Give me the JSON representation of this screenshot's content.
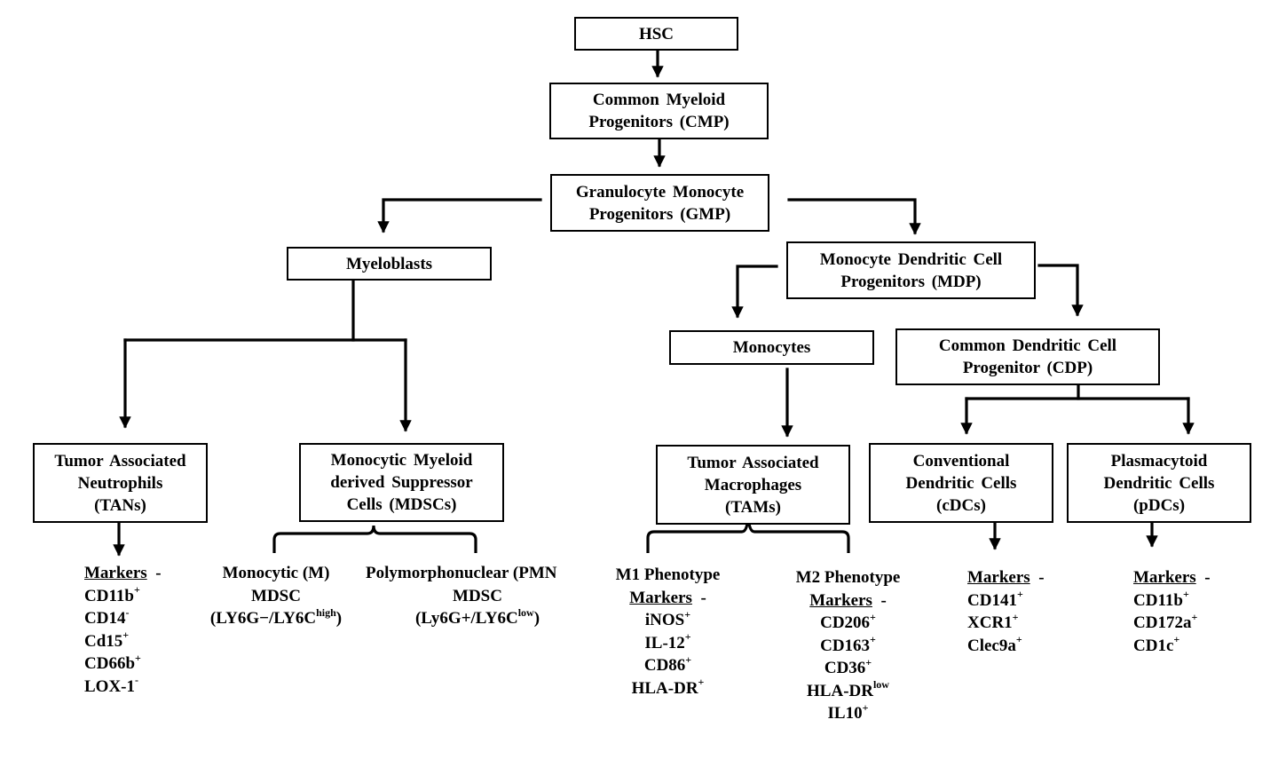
{
  "nodes": {
    "hsc": [
      "HSC"
    ],
    "cmp": [
      "Common Myeloid",
      "Progenitors (CMP)"
    ],
    "gmp": [
      "Granulocyte Monocyte",
      "Progenitors (GMP)"
    ],
    "myeloblasts": [
      "Myeloblasts"
    ],
    "mdp": [
      "Monocyte Dendritic Cell",
      "Progenitors (MDP)"
    ],
    "monocytes": [
      "Monocytes"
    ],
    "cdp": [
      "Common Dendritic Cell",
      "Progenitor (CDP)"
    ],
    "tans": [
      "Tumor Associated",
      "Neutrophils",
      "(TANs)"
    ],
    "mdscs": [
      "Monocytic Myeloid",
      "derived Suppressor",
      "Cells (MDSCs)"
    ],
    "tams": [
      "Tumor Associated",
      "Macrophages",
      "(TAMs)"
    ],
    "cdcs": [
      "Conventional",
      "Dendritic Cells",
      "(cDCs)"
    ],
    "pdcs": [
      "Plasmacytoid",
      "Dendritic Cells",
      "(pDCs)"
    ]
  },
  "markers_label": "Markers",
  "dash": "-",
  "tan_markers": [
    {
      "name": "CD11b",
      "sign": "+"
    },
    {
      "name": "CD14",
      "sign": "-"
    },
    {
      "name": "Cd15",
      "sign": "+"
    },
    {
      "name": "CD66b",
      "sign": "+"
    },
    {
      "name": "LOX-1",
      "sign": "-"
    }
  ],
  "m_mdsc": {
    "line1": "Monocytic (M)",
    "line2": "MDSC",
    "line3_main": "(LY6G−/LY6C",
    "line3_sup": "high",
    "line3_end": ")"
  },
  "pmn_mdsc": {
    "line1": "Polymorphonuclear (PMN)",
    "line2": "MDSC",
    "line3_main": "(Ly6G+/LY6C",
    "line3_sup": "low",
    "line3_end": ")"
  },
  "m1": {
    "title": "M1 Phenotype",
    "markers": [
      {
        "name": "iNOS",
        "sign": "+"
      },
      {
        "name": "IL-12",
        "sign": "+"
      },
      {
        "name": "CD86",
        "sign": "+"
      },
      {
        "name": "HLA-DR",
        "sign": "+"
      }
    ]
  },
  "m2": {
    "title": "M2 Phenotype",
    "markers": [
      {
        "name": "CD206",
        "sign": "+"
      },
      {
        "name": "CD163",
        "sign": "+"
      },
      {
        "name": "CD36",
        "sign": "+"
      },
      {
        "name": "HLA-DR",
        "sign": "low"
      },
      {
        "name": "IL10",
        "sign": "+"
      }
    ]
  },
  "cdc_markers": [
    {
      "name": "CD141",
      "sign": "+"
    },
    {
      "name": "XCR1",
      "sign": "+"
    },
    {
      "name": "Clec9a",
      "sign": "+"
    }
  ],
  "pdc_markers": [
    {
      "name": "CD11b",
      "sign": "+"
    },
    {
      "name": "CD172a",
      "sign": "+"
    },
    {
      "name": "CD1c",
      "sign": "+"
    }
  ]
}
